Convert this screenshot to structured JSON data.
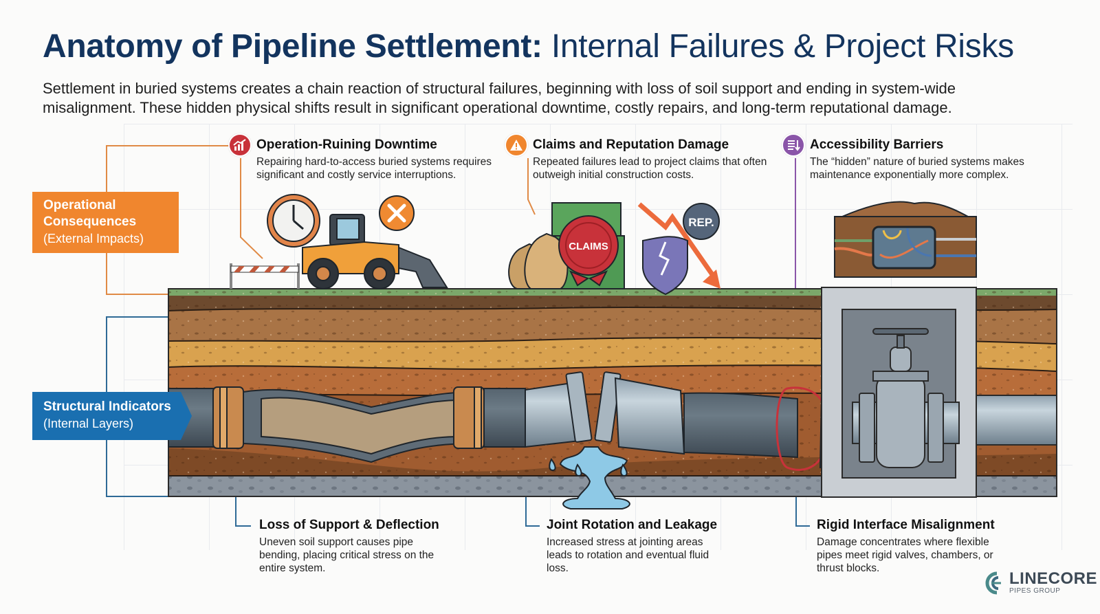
{
  "header": {
    "title_bold": "Anatomy of Pipeline Settlement:",
    "title_light": "Internal Failures & Project Risks",
    "subtitle": "Settlement in buried systems creates a chain reaction of structural failures, beginning with loss of soil support and ending in system-wide misalignment. These hidden physical shifts result in significant operational downtime, costly repairs, and long-term reputational damage."
  },
  "side_labels": {
    "operational": {
      "line1": "Operational",
      "line2": "Consequences",
      "line3": "(External Impacts)",
      "color": "#f0862e"
    },
    "structural": {
      "line1": "Structural Indicators",
      "line2": "(Internal Layers)",
      "color": "#1a6fb0"
    }
  },
  "top_callouts": [
    {
      "title": "Operation-Ruining Downtime",
      "body": "Repairing hard-to-access buried systems requires significant and costly service interruptions.",
      "icon": "chart-icon",
      "color": "#c8323a"
    },
    {
      "title": "Claims and Reputation Damage",
      "body": "Repeated failures lead to project claims that often outweigh initial construction costs.",
      "icon": "warning-icon",
      "color": "#f0862e"
    },
    {
      "title": "Accessibility Barriers",
      "body": "The “hidden” nature of buried systems makes maintenance exponentially more complex.",
      "icon": "list-down-icon",
      "color": "#8a55a8"
    }
  ],
  "bottom_callouts": [
    {
      "title": "Loss of Support & Deflection",
      "body": "Uneven soil support causes pipe bending, placing critical stress on the entire system."
    },
    {
      "title": "Joint Rotation and Leakage",
      "body": "Increased stress at jointing areas leads to rotation and eventual fluid loss."
    },
    {
      "title": "Rigid Interface Misalignment",
      "body": "Damage concentrates where flexible pipes meet rigid valves, chambers, or thrust blocks."
    }
  ],
  "illustration_labels": {
    "claims_seal": "CLAIMS",
    "rep_bubble": "REP."
  },
  "brand": {
    "name": "LINECORE",
    "sub": "PIPES GROUP"
  }
}
